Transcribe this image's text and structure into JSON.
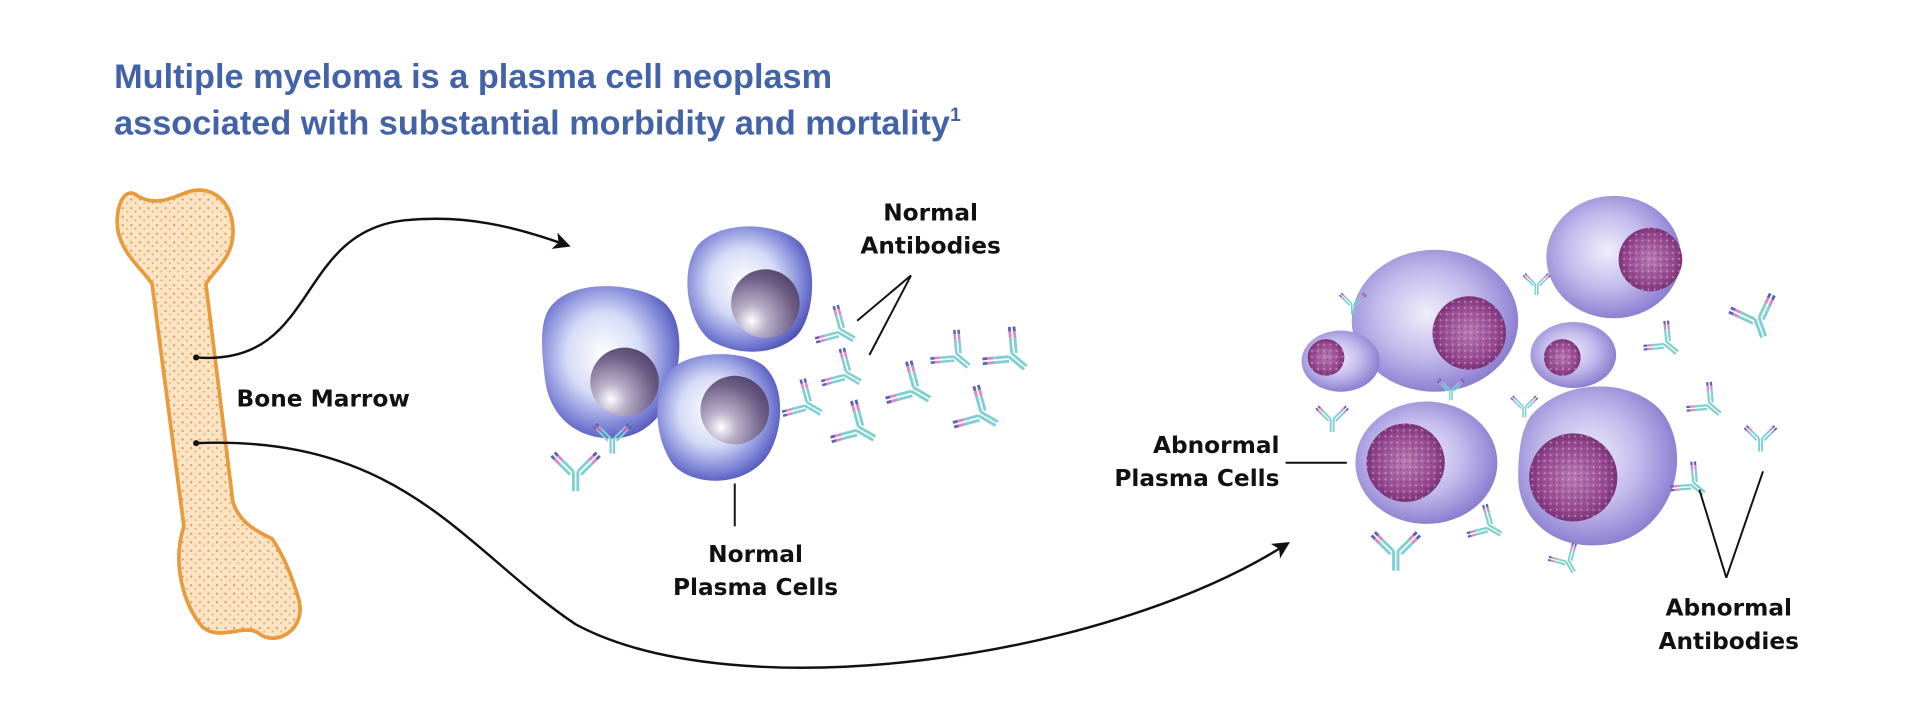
{
  "title": {
    "line1": "Multiple myeloma is a plasma cell neoplasm",
    "line2": "associated with substantial morbidity and mortality",
    "superscript": "1"
  },
  "labels": {
    "bone_marrow": "Bone Marrow",
    "normal_antibodies": [
      "Normal",
      "Antibodies"
    ],
    "normal_plasma_cells": [
      "Normal",
      "Plasma Cells"
    ],
    "abnormal_plasma_cells": [
      "Abnormal",
      "Plasma Cells"
    ],
    "abnormal_antibodies": [
      "Abnormal",
      "Antibodies"
    ]
  },
  "colors": {
    "title": "#4363a9",
    "bone_outline": "#e89a3c",
    "bone_fill": "#fce4c4",
    "normal_cell": "#5a5fc0",
    "abnormal_cell": "#9a8fd8",
    "abnormal_nucleus": "#93468f",
    "antibody_teal": "#7fcfd3",
    "antibody_pink": "#d98ac4",
    "antibody_blue": "#5b63b8"
  }
}
